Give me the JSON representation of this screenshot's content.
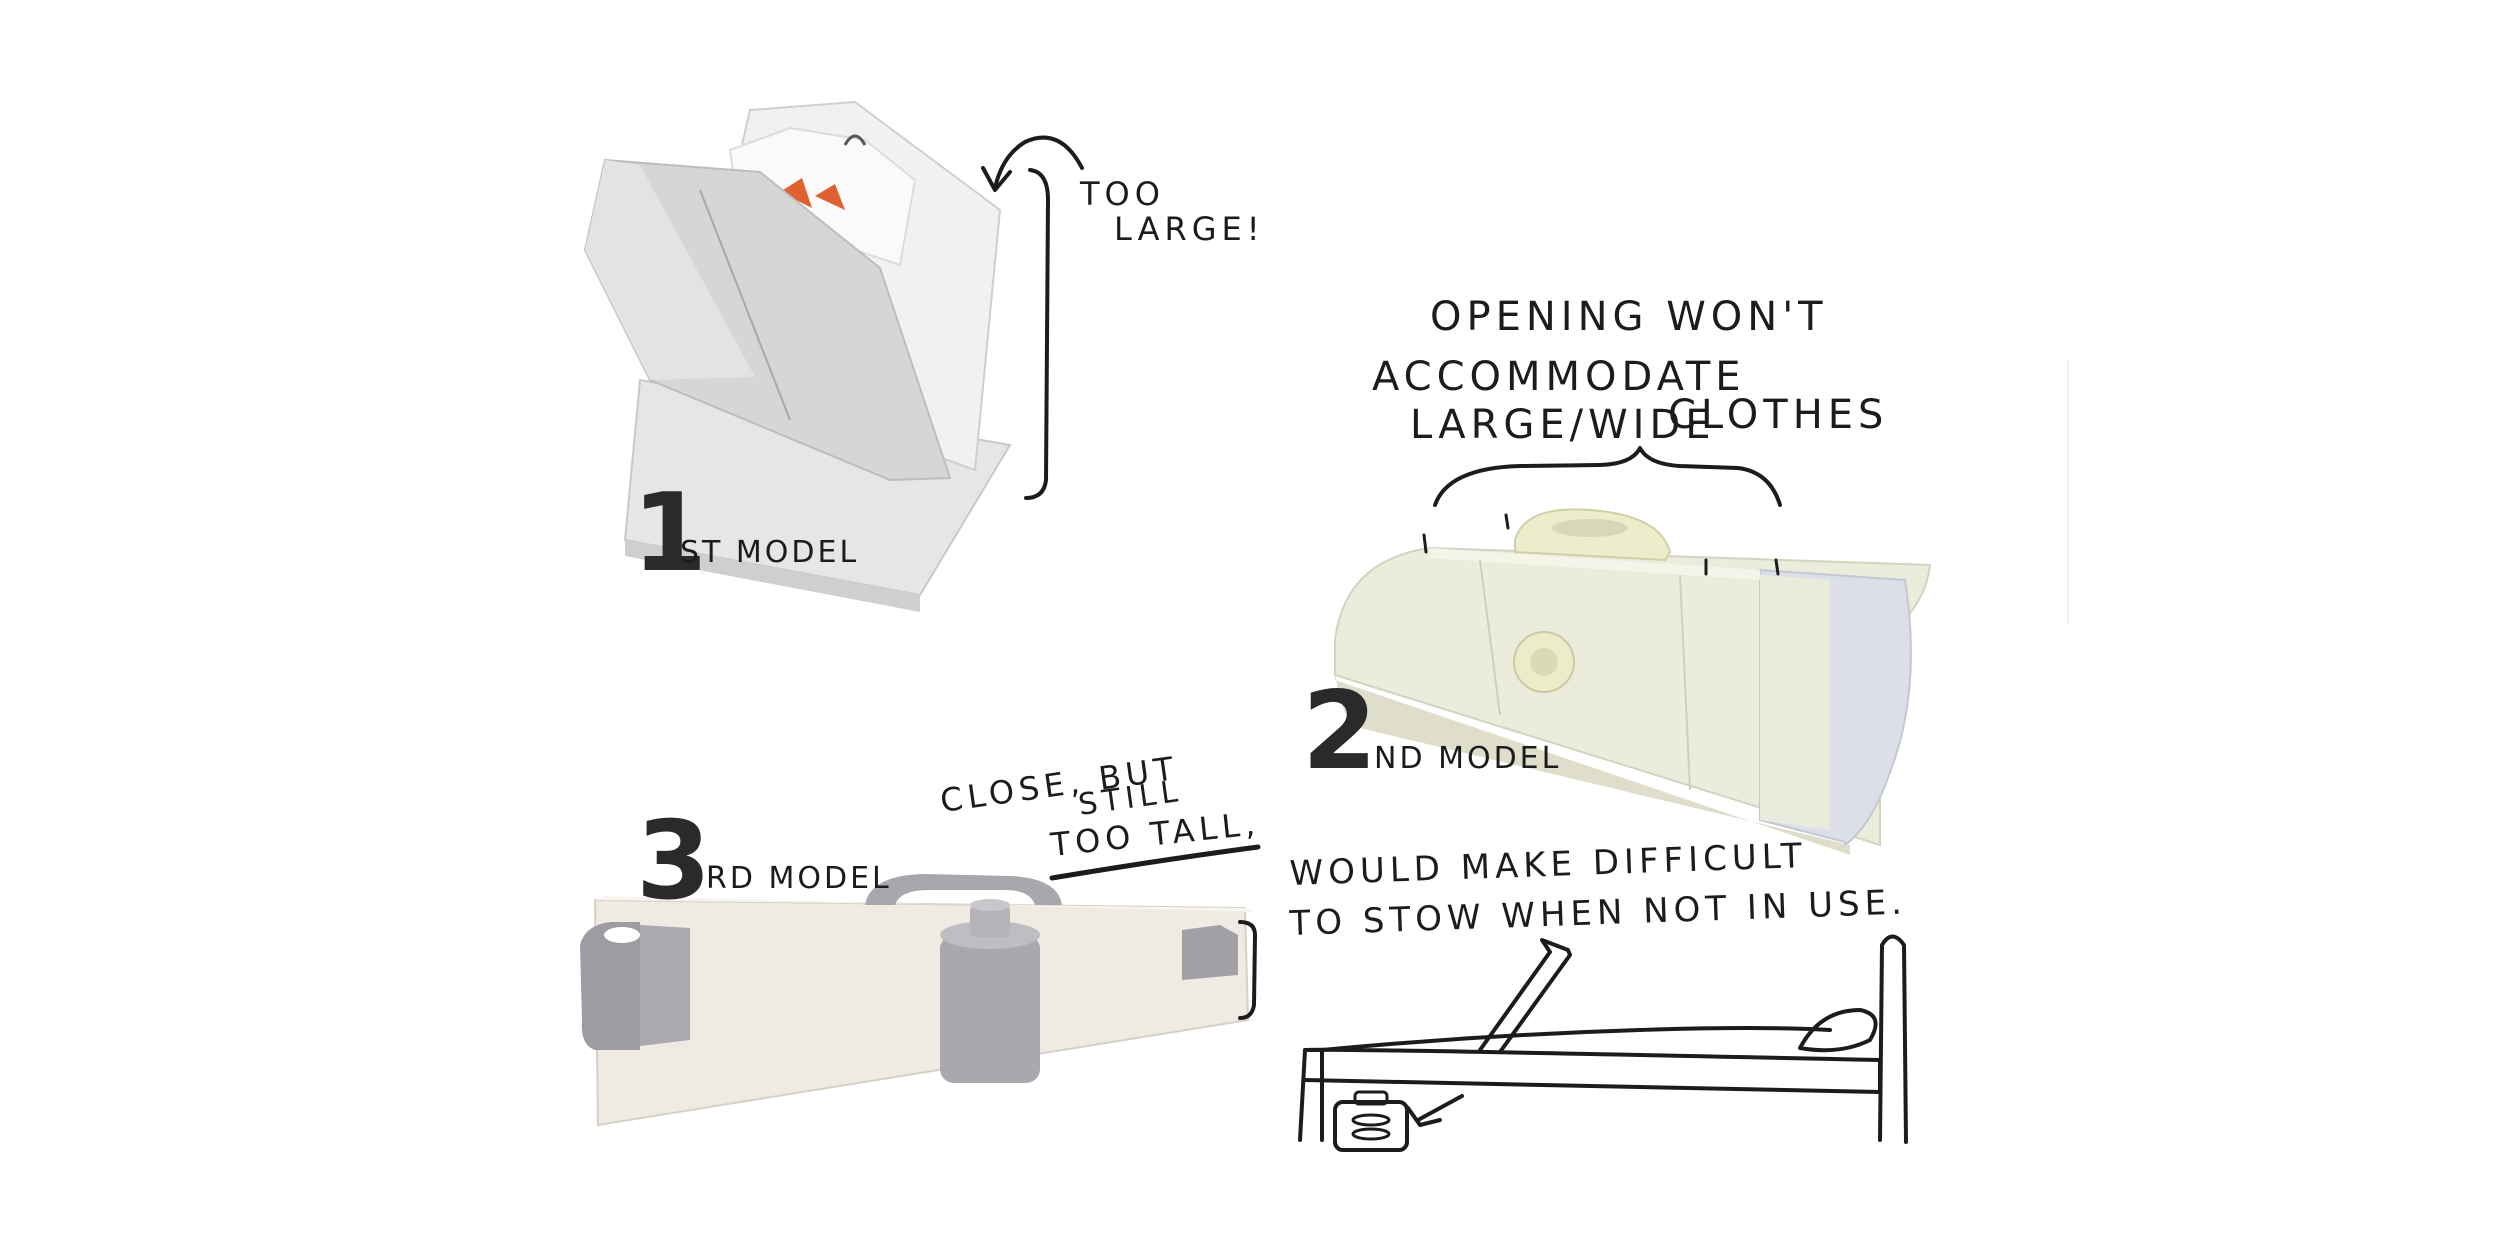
{
  "models": [
    {
      "number": "1",
      "suffix": "ST MODEL",
      "note": [
        "TOO",
        "LARGE!"
      ]
    },
    {
      "number": "2",
      "suffix": "ND MODEL",
      "note": [
        "OPENING WON'T",
        "ACCOMMODATE",
        "LARGE/WIDE",
        "CLOTHES"
      ]
    },
    {
      "number": "3",
      "suffix": "RD MODEL",
      "note": [
        "CLOSE, BUT",
        "STILL",
        "TOO TALL,"
      ]
    }
  ],
  "stow_note": [
    "WOULD MAKE DIFFICULT",
    "TO STOW WHEN NOT IN USE."
  ]
}
